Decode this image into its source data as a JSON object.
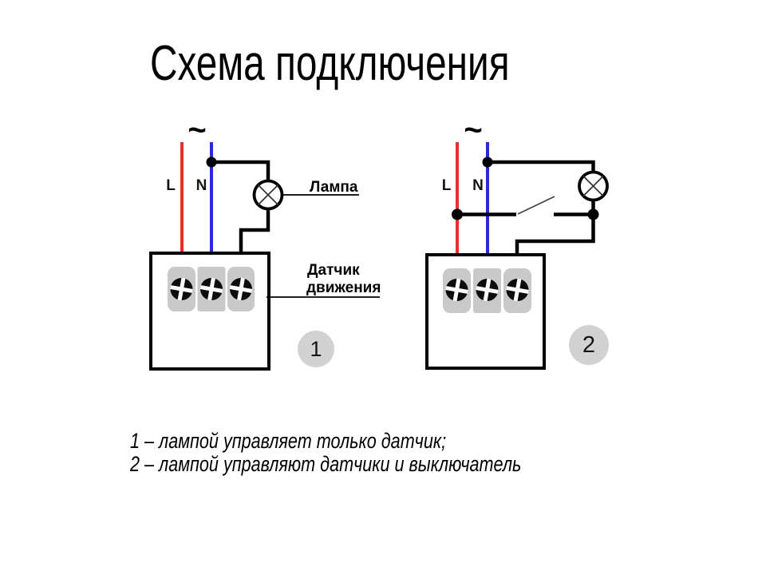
{
  "title": "Схема подключения",
  "colors": {
    "wire_live": "#e8312a",
    "wire_neutral": "#2a2ad8",
    "wire_black": "#000000",
    "terminal_gray": "#c9c9c9",
    "badge_gray": "#d2d2d2",
    "text": "#000000"
  },
  "diagrams": [
    {
      "phase": "~",
      "l": "L",
      "n": "N",
      "lamp_label": "Лампа",
      "sensor_label_1": "Датчик",
      "sensor_label_2": "движения",
      "badge": "1"
    },
    {
      "phase": "~",
      "l": "L",
      "n": "N",
      "badge": "2"
    }
  ],
  "legend": {
    "line1": "1 – лампой управляет только датчик;",
    "line2": "2 – лампой управляют датчики и выключатель"
  }
}
